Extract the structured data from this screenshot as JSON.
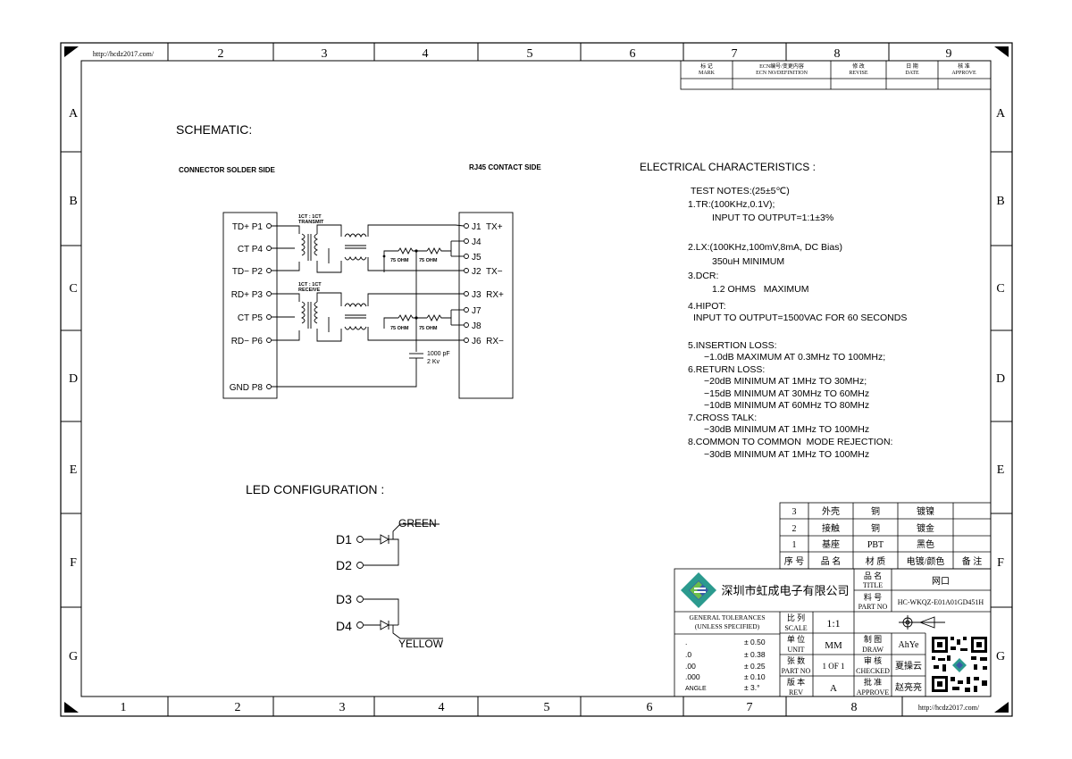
{
  "border": {
    "url_top": "http://hcdz2017.com/",
    "url_bottom": "http://hcdz2017.com/",
    "top_cols": [
      "2",
      "3",
      "4",
      "5",
      "6",
      "7",
      "8",
      "9"
    ],
    "bottom_cols": [
      "1",
      "2",
      "3",
      "4",
      "5",
      "6",
      "7",
      "8"
    ],
    "rows": [
      "A",
      "B",
      "C",
      "D",
      "E",
      "F",
      "G"
    ]
  },
  "revision_block": {
    "headers": [
      {
        "cn": "标 记",
        "en": "MARK"
      },
      {
        "cn": "ECN编号/变更内容",
        "en": "ECN NO/DEFINITION"
      },
      {
        "cn": "修 改",
        "en": "REVISE"
      },
      {
        "cn": "日 期",
        "en": "DATE"
      },
      {
        "cn": "核 准",
        "en": "APPROVE"
      }
    ]
  },
  "schematic": {
    "title": "SCHEMATIC:",
    "left_side_label": "CONNECTOR SOLDER SIDE",
    "right_side_label": "RJ45 CONTACT SIDE",
    "transmit_label_1": "1CT : 1CT",
    "transmit_label_2": "TRANSMIT",
    "receive_label_1": "1CT : 1CT",
    "receive_label_2": "RECEIVE",
    "resistor_label": "75 OHM",
    "cap_label_1": "1000 pF",
    "cap_label_2": "2 Kv",
    "left_pins": [
      "TD+ P1",
      "CT P4",
      "TD− P2",
      "RD+ P3",
      "CT P5",
      "RD− P6",
      "GND P8"
    ],
    "right_pins": [
      "J1  TX+",
      "J4",
      "J5",
      "J2  TX−",
      "J3  RX+",
      "J7",
      "J8",
      "J6  RX−"
    ]
  },
  "electrical": {
    "title": "ELECTRICAL CHARACTERISTICS :",
    "lines": [
      "TEST NOTES:(25±5℃)",
      "1.TR:(100KHz,0.1V);",
      "INPUT TO OUTPUT=1:1±3%",
      "2.LX:(100KHz,100mV,8mA, DC Bias)",
      "350uH MINIMUM",
      "3.DCR:",
      "1.2 OHMS   MAXIMUM",
      "4.HIPOT:",
      "INPUT TO OUTPUT=1500VAC FOR 60 SECONDS",
      "5.INSERTION LOSS:",
      "−1.0dB MAXIMUM AT 0.3MHz TO 100MHz;",
      "6.RETURN LOSS:",
      "−20dB MINIMUM AT 1MHz TO 30MHz;",
      "−15dB MINIMUM AT 30MHz TO 60MHz",
      "−10dB MINIMUM AT 60MHz TO 80MHz",
      "7.CROSS TALK:",
      "−30dB MINIMUM AT 1MHz TO 100MHz",
      "8.COMMON TO COMMON  MODE REJECTION:",
      "−30dB MINIMUM AT 1MHz TO 100MHz"
    ]
  },
  "led": {
    "title": "LED CONFIGURATION :",
    "d1": "D1",
    "d2": "D2",
    "d3": "D3",
    "d4": "D4",
    "green": "GREEN",
    "yellow": "YELLOW"
  },
  "bom": {
    "rows": [
      {
        "no": "3",
        "name": "外壳",
        "material": "铜",
        "finish": "镀镍",
        "note": ""
      },
      {
        "no": "2",
        "name": "接触",
        "material": "铜",
        "finish": "镀金",
        "note": ""
      },
      {
        "no": "1",
        "name": "基座",
        "material": "PBT",
        "finish": "黑色",
        "note": ""
      }
    ],
    "headers": {
      "no": "序 号",
      "name": "品 名",
      "material": "材 质",
      "finish": "电镀/颜色",
      "note": "备 注"
    }
  },
  "title_block": {
    "company": "深圳市虹成电子有限公司",
    "title_cn": "品 名",
    "title_en": "TITLE",
    "title_value": "网口",
    "part_cn": "料 号",
    "part_en": "PART NO",
    "part_value": "HC-WKQZ-E01A01GD451H",
    "tol_title_1": "GENERAL TOLERANCES",
    "tol_title_2": "(UNLESS SPECIFIED)",
    "tolerances": [
      {
        "k": ".",
        "v": "± 0.50"
      },
      {
        "k": ".0",
        "v": "± 0.38"
      },
      {
        "k": ".00",
        "v": "± 0.25"
      },
      {
        "k": ".000",
        "v": "± 0.10"
      },
      {
        "k": "ANGLE",
        "v": "± 3.°"
      }
    ],
    "scale_cn": "比 列",
    "scale_en": "SCALE",
    "scale_value": "1:1",
    "unit_cn": "单 位",
    "unit_en": "UNIT",
    "unit_value": "MM",
    "sheet_cn": "张 数",
    "sheet_en": "PART NO",
    "sheet_value": "1 OF 1",
    "rev_cn": "版 本",
    "rev_en": "REV",
    "rev_value": "A",
    "draw_cn": "制 图",
    "draw_en": "DRAW",
    "draw_value": "AhYe",
    "check_cn": "审 核",
    "check_en": "CHECKED",
    "check_value": "夏操云",
    "approve_cn": "批 准",
    "approve_en": "APPROVE",
    "approve_value": "赵亮亮",
    "accent_colors": [
      "#2b9a8e",
      "#3a5aa8",
      "#6bbf4a"
    ]
  }
}
